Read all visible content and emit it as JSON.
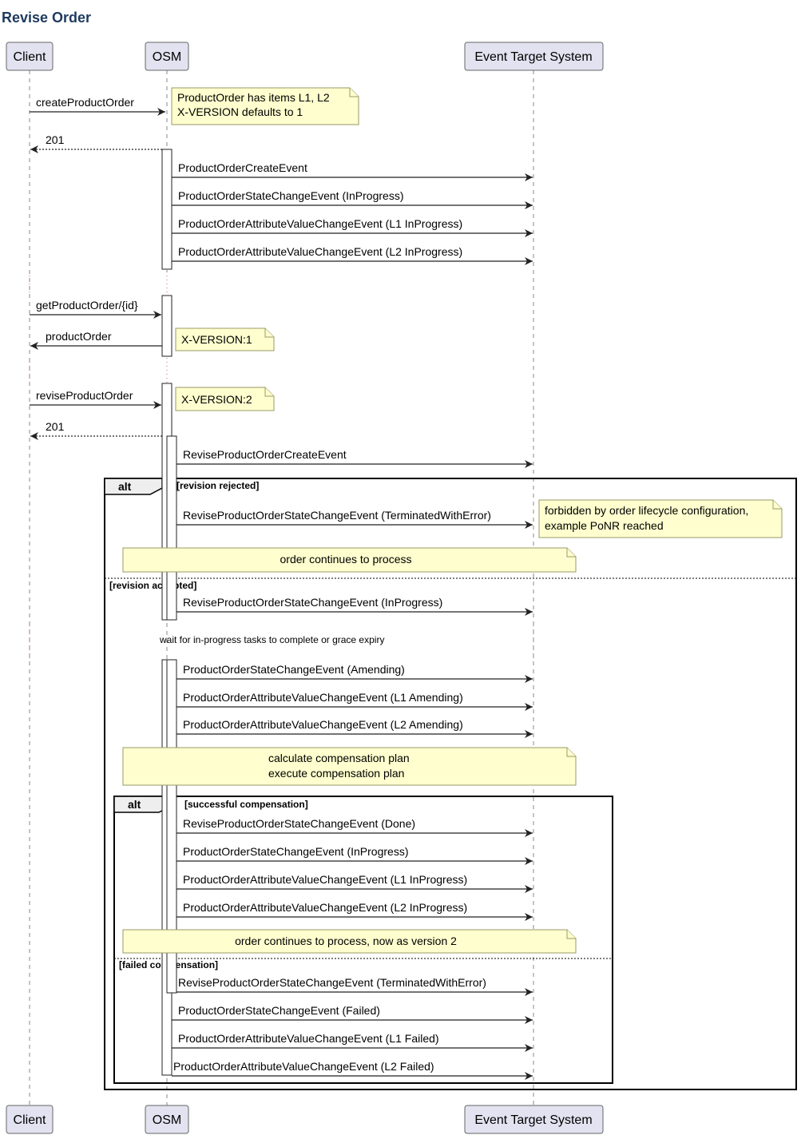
{
  "title": "Revise Order",
  "participants": {
    "client": "Client",
    "osm": "OSM",
    "ets": "Event Target System"
  },
  "messages": {
    "m01": "createProductOrder",
    "m02": "201",
    "m03": "ProductOrderCreateEvent",
    "m04": "ProductOrderStateChangeEvent (InProgress)",
    "m05": "ProductOrderAttributeValueChangeEvent (L1 InProgress)",
    "m06": "ProductOrderAttributeValueChangeEvent (L2 InProgress)",
    "m07": "getProductOrder/{id}",
    "m08": "productOrder",
    "m09": "reviseProductOrder",
    "m10": "201",
    "m11": "ReviseProductOrderCreateEvent",
    "m12": "ReviseProductOrderStateChangeEvent (TerminatedWithError)",
    "m13": "ReviseProductOrderStateChangeEvent (InProgress)",
    "m14": "ProductOrderStateChangeEvent (Amending)",
    "m15": "ProductOrderAttributeValueChangeEvent (L1 Amending)",
    "m16": "ProductOrderAttributeValueChangeEvent (L2 Amending)",
    "m17": "ReviseProductOrderStateChangeEvent (Done)",
    "m18": "ProductOrderStateChangeEvent (InProgress)",
    "m19": "ProductOrderAttributeValueChangeEvent (L1 InProgress)",
    "m20": "ProductOrderAttributeValueChangeEvent (L2 InProgress)",
    "m21": "ReviseProductOrderStateChangeEvent (TerminatedWithError)",
    "m22": "ProductOrderStateChangeEvent (Failed)",
    "m23": "ProductOrderAttributeValueChangeEvent (L1 Failed)",
    "m24": "ProductOrderAttributeValueChangeEvent (L2 Failed)"
  },
  "notes": {
    "n1_line1": "ProductOrder has items L1, L2",
    "n1_line2": "X-VERSION defaults to 1",
    "n2": "X-VERSION:1",
    "n3": "X-VERSION:2",
    "n4_line1": "forbidden by order lifecycle configuration,",
    "n4_line2": "example PoNR reached",
    "n5": "order continues to process",
    "n6_line1": "calculate compensation plan",
    "n6_line2": "execute compensation plan",
    "n7": "order continues to process, now as version 2"
  },
  "delay_text": "wait for in-progress tasks to complete or grace expiry",
  "fragments": {
    "alt_label": "alt",
    "outer_guard1": "[revision rejected]",
    "outer_guard2": "[revision accepted]",
    "inner_guard1": "[successful compensation]",
    "inner_guard2": "[failed compensation]"
  }
}
